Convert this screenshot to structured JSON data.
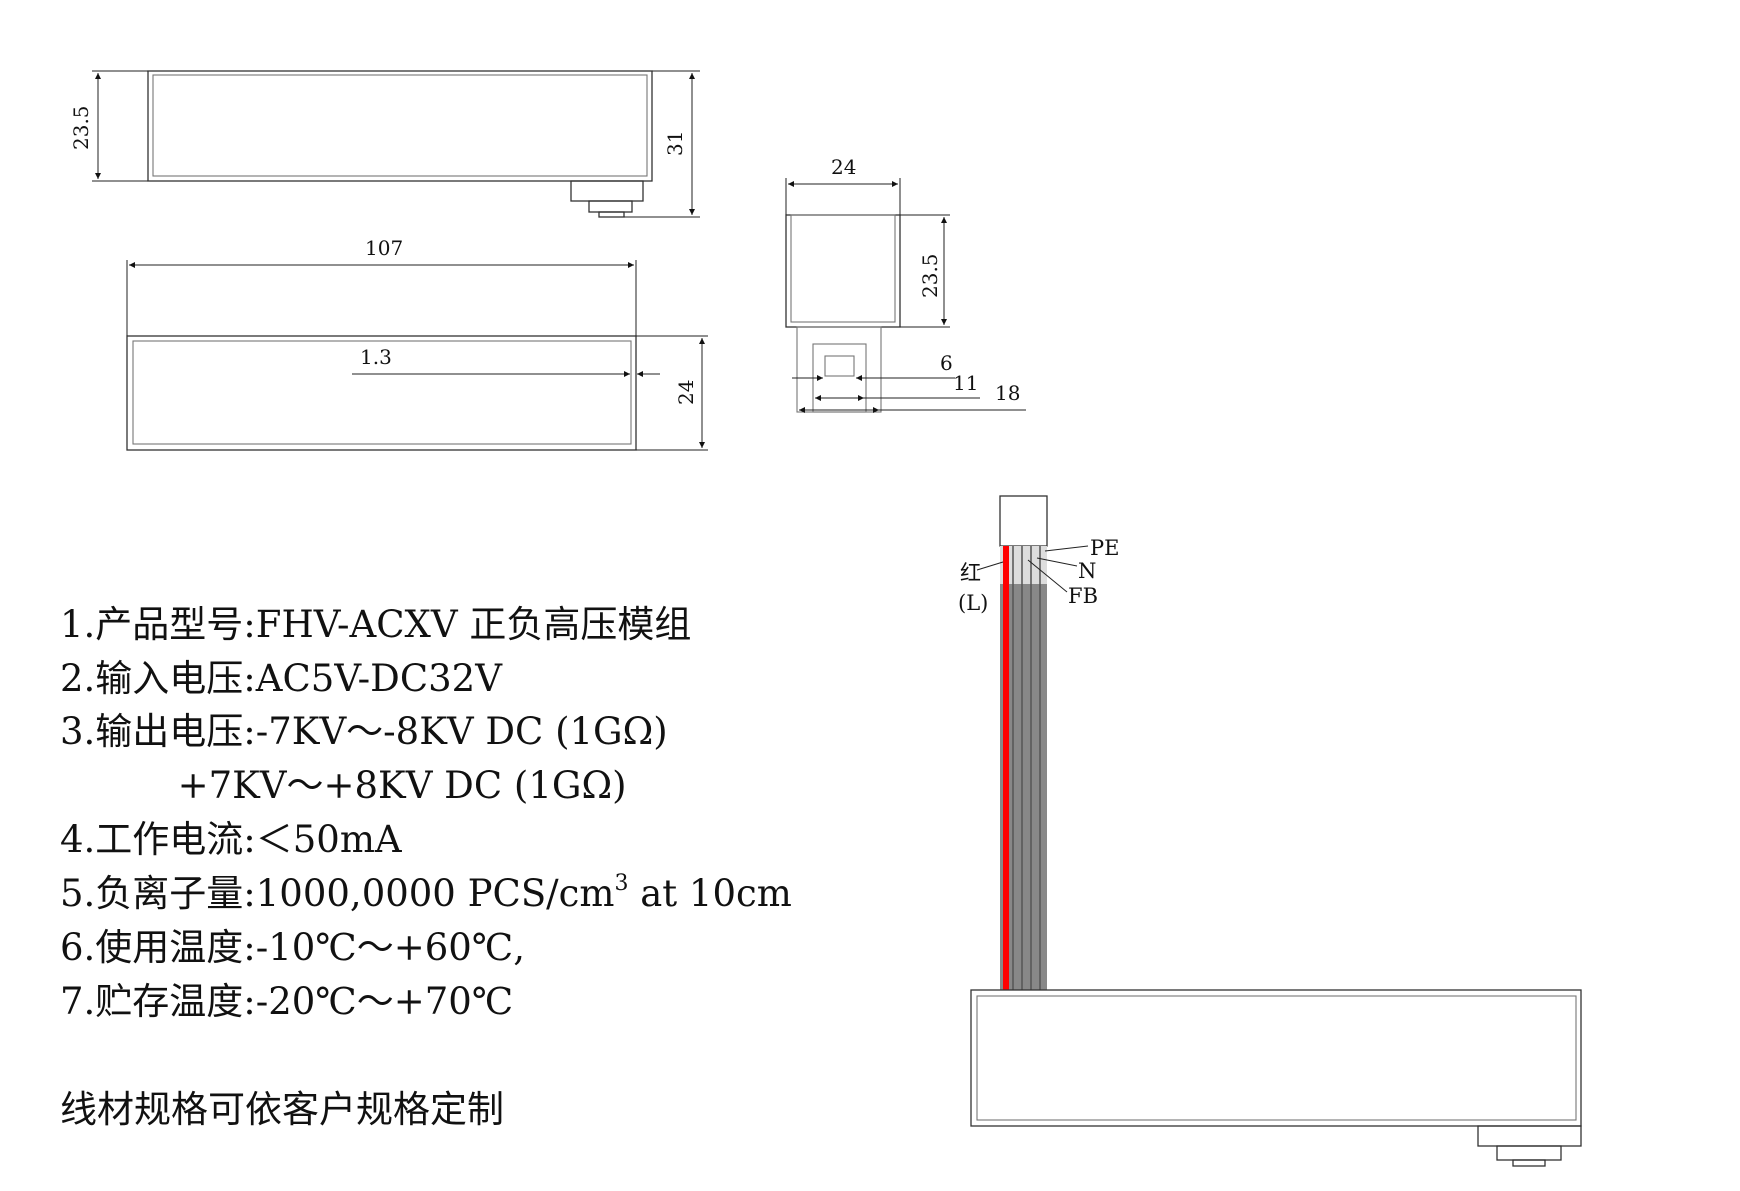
{
  "dimensions": {
    "top_height": "23.5",
    "top_total": "31",
    "length": "107",
    "wall": "1.3",
    "front_height": "24",
    "side_width": "24",
    "side_height": "23.5",
    "pin_6": "6",
    "pin_11": "11",
    "pin_18": "18"
  },
  "wires": {
    "red_label": "红",
    "red_label_sub": "(L)",
    "pe": "PE",
    "n": "N",
    "fb": "FB",
    "red_color": "#ff0000"
  },
  "specs": [
    "1.产品型号:FHV-ACXV 正负高压模组",
    "2.输入电压:AC5V-DC32V",
    "3.输出电压:-7KV～-8KV DC (1GΩ)",
    "          +7KV～+8KV DC (1GΩ)",
    "4.工作电流:＜50mA",
    "5.负离子量:1000,0000 PCS/cm",
    "6.使用温度:-10℃～+60℃,",
    "7.贮存温度:-20℃～+70℃"
  ],
  "spec5_sup": "3",
  "spec5_tail": " at 10cm",
  "note": "线材规格可依客户规格定制"
}
